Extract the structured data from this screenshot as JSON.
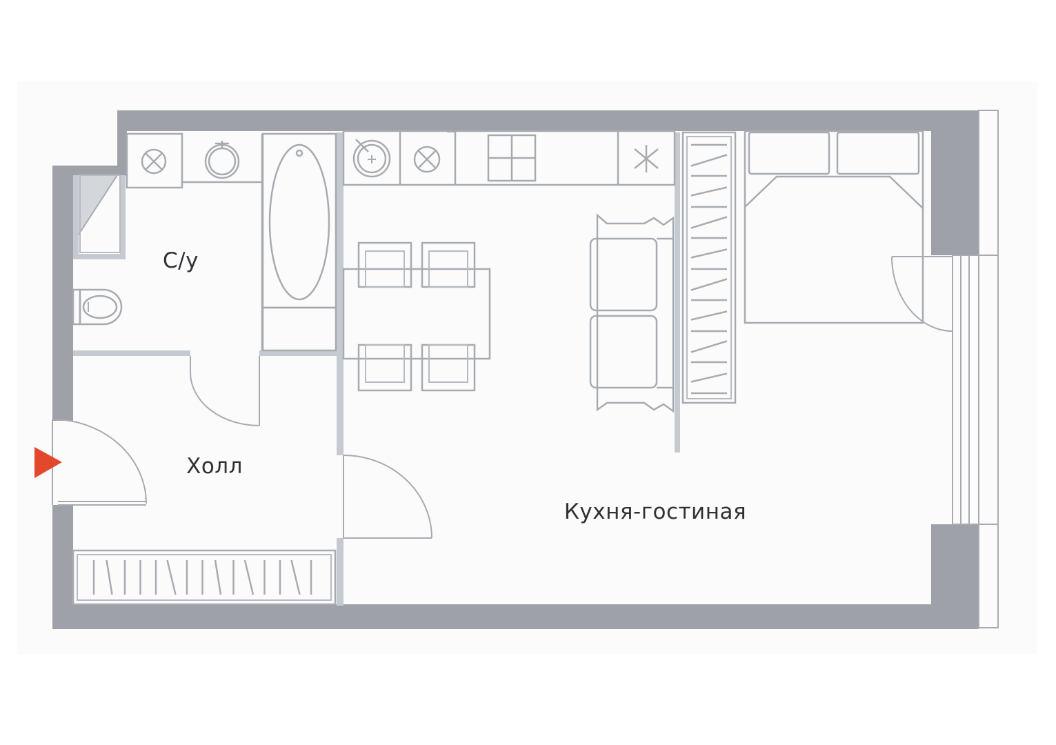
{
  "rooms": {
    "bathroom": "С/у",
    "hall": "Холл",
    "kitchen_living": "Кухня-гостиная"
  },
  "colors": {
    "wall": "#9ea2a8",
    "partition": "#c4cad0",
    "furniture_line": "#a7abb0",
    "entrance_marker": "#e2492c",
    "label_text": "#2f3136"
  },
  "icons": {
    "entrance": "entrance-arrow-icon"
  }
}
